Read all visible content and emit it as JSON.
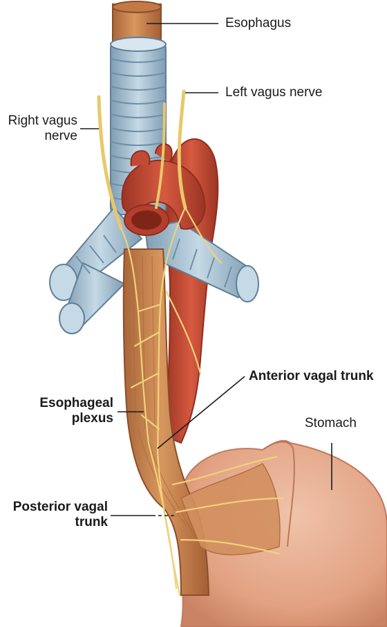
{
  "labels": {
    "esophagus": "Esophagus",
    "left_vagus": "Left vagus nerve",
    "right_vagus_line1": "Right vagus",
    "right_vagus_line2": "nerve",
    "anterior_vagal_trunk": "Anterior vagal trunk",
    "esophageal_plexus_line1": "Esophageal",
    "esophageal_plexus_line2": "plexus",
    "stomach": "Stomach",
    "posterior_vagal_trunk_line1": "Posterior vagal",
    "posterior_vagal_trunk_line2": "trunk"
  },
  "colors": {
    "trachea": "#a9c4d6",
    "trachea_dark": "#6f8fa6",
    "esophagus": "#c9854f",
    "esophagus_dark": "#9a5a32",
    "aorta": "#c24a34",
    "aorta_dark": "#8e2d1f",
    "nerve": "#f0d27a",
    "nerve_dark": "#c9a646",
    "stomach": "#e4a688",
    "stomach_dark": "#c07a5c",
    "leader": "#1a1a1a"
  }
}
